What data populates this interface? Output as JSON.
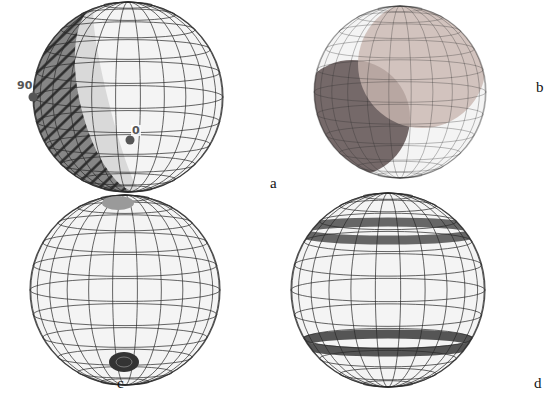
{
  "diagram": {
    "labels": [
      "90",
      "0",
      "a",
      "b",
      "c",
      "d"
    ]
  }
}
